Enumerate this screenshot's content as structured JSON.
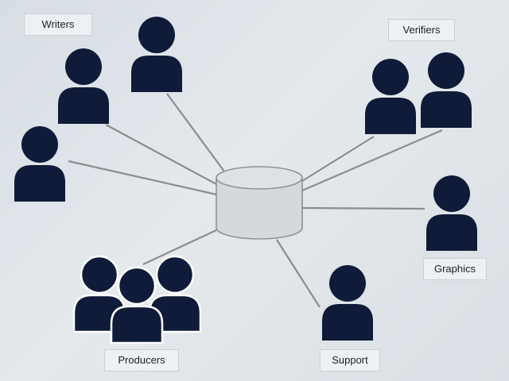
{
  "labels": {
    "writers": "Writers",
    "verifiers": "Verifiers",
    "graphics": "Graphics",
    "producers": "Producers",
    "support": "Support"
  },
  "colors": {
    "person": "#0f1b38",
    "connector": "#8a8d90",
    "database_fill": "#d4d9dd",
    "database_stroke": "#8d9296"
  },
  "icons": {
    "central": "database-icon",
    "member": "person-icon"
  }
}
